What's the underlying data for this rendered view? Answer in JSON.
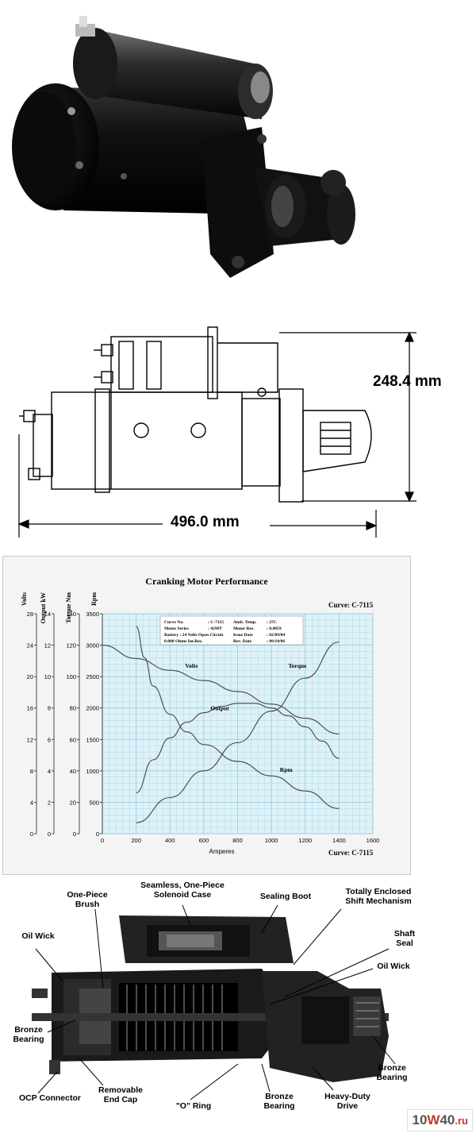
{
  "dimensions": {
    "height_label": "248.4 mm",
    "length_label": "496.0 mm"
  },
  "chart_panel": {
    "curve_top": "Curve: C-7115",
    "curve_bottom": "Curve: C-7115",
    "axis_headers": [
      "Volts",
      "Output kW",
      "Torque Nm",
      "Rpm"
    ],
    "info": {
      "rows": [
        [
          "Curve No.",
          ": C-7115",
          "Amb. Temp.",
          ": 27C"
        ],
        [
          "Motor Series",
          ": 42MT",
          "Motor Res.",
          ": 0.0059"
        ],
        [
          "Battery : 24 Volts Open Circuit",
          "",
          "Issue Date",
          ": 02/09/84"
        ],
        [
          "0.008 Ohms Int.Res.",
          "",
          "Rev. Date",
          ": 09/10/86"
        ]
      ]
    }
  },
  "chart_data": {
    "type": "line",
    "title": "Cranking Motor Performance",
    "xlabel": "Amperes",
    "xlim": [
      0,
      1600
    ],
    "x_ticks": [
      0,
      200,
      400,
      600,
      800,
      1000,
      1200,
      1400,
      1600
    ],
    "grid": true,
    "axes": {
      "volts": {
        "ticks": [
          0,
          4,
          8,
          12,
          16,
          20,
          24,
          28
        ],
        "range": [
          0,
          28
        ]
      },
      "output_kw": {
        "ticks": [
          0,
          2,
          4,
          6,
          8,
          10,
          12,
          14
        ],
        "range": [
          0,
          14
        ]
      },
      "torque_nm": {
        "ticks": [
          0,
          20,
          40,
          60,
          80,
          100,
          120,
          140
        ],
        "range": [
          0,
          140
        ]
      },
      "rpm": {
        "ticks": [
          0,
          500,
          1000,
          1500,
          2000,
          2500,
          3000,
          3500
        ],
        "range": [
          0,
          3500
        ]
      }
    },
    "series": [
      {
        "name": "Volts",
        "axis": "volts",
        "x": [
          0,
          200,
          400,
          600,
          800,
          1000,
          1200,
          1400
        ],
        "values": [
          24,
          22.3,
          20.8,
          19.5,
          18.1,
          16.5,
          14.7,
          12.7
        ],
        "label_at": [
          490,
          20.8
        ]
      },
      {
        "name": "Output",
        "axis": "output_kw",
        "x": [
          200,
          300,
          400,
          500,
          600,
          700,
          800,
          900,
          1000,
          1100,
          1200,
          1300,
          1400
        ],
        "values": [
          2.6,
          4.7,
          6.1,
          7.1,
          7.7,
          8.1,
          8.3,
          8.3,
          8.0,
          7.5,
          6.8,
          5.9,
          4.8
        ],
        "label_at": [
          640,
          7.7
        ]
      },
      {
        "name": "Torque",
        "axis": "torque_nm",
        "x": [
          200,
          400,
          600,
          800,
          1000,
          1200,
          1400
        ],
        "values": [
          7,
          23,
          40,
          58,
          78,
          99,
          122
        ],
        "label_at": [
          1100,
          104
        ]
      },
      {
        "name": "Rpm",
        "axis": "rpm",
        "x": [
          200,
          250,
          300,
          400,
          500,
          600,
          800,
          1000,
          1200,
          1400
        ],
        "values": [
          3300,
          2800,
          2350,
          1900,
          1620,
          1420,
          1150,
          920,
          680,
          400
        ],
        "label_at": [
          1050,
          950
        ]
      }
    ]
  },
  "callouts": [
    "Seamless, One-Piece\nSolenoid Case",
    "One-Piece\nBrush",
    "Sealing Boot",
    "Totally Enclosed\nShift  Mechanism",
    "Oil Wick",
    "Shaft\nSeal",
    "Oil Wick",
    "Bronze\nBearing",
    "Bronze\nBearing",
    "OCP Connector",
    "Removable\nEnd Cap",
    "\"O\" Ring",
    "Bronze\nBearing",
    "Heavy-Duty\nDrive"
  ],
  "watermark": {
    "part1": "10",
    "part2": "W",
    "part3": "40",
    "part4": ".ru"
  },
  "colors": {
    "plot_bg": "#dff1f7",
    "grid": "#8fd2e6",
    "curve": "#444444"
  }
}
